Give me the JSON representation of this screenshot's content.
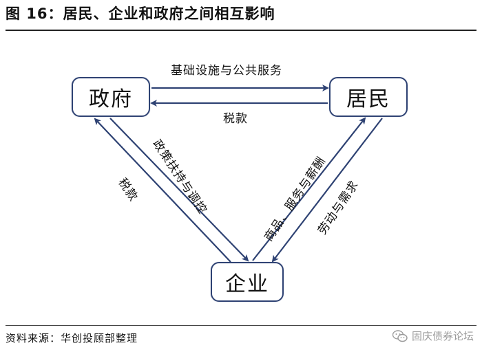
{
  "figure": {
    "title": "图 16：居民、企业和政府之间相互影响",
    "source": "资料来源：华创投顾部整理",
    "watermark": "固庆债券论坛"
  },
  "nodes": {
    "government": "政府",
    "residents": "居民",
    "enterprise": "企业"
  },
  "edges": {
    "public_services": "基础设施与公共服务",
    "tax_top": "税款",
    "policy": "政策扶持与调控",
    "tax_left": "税款",
    "goods": "商品、服务与薪酬",
    "labor": "劳动与需求"
  },
  "colors": {
    "border": "#2e4273",
    "arrow": "#2e4273",
    "text": "#111111"
  }
}
